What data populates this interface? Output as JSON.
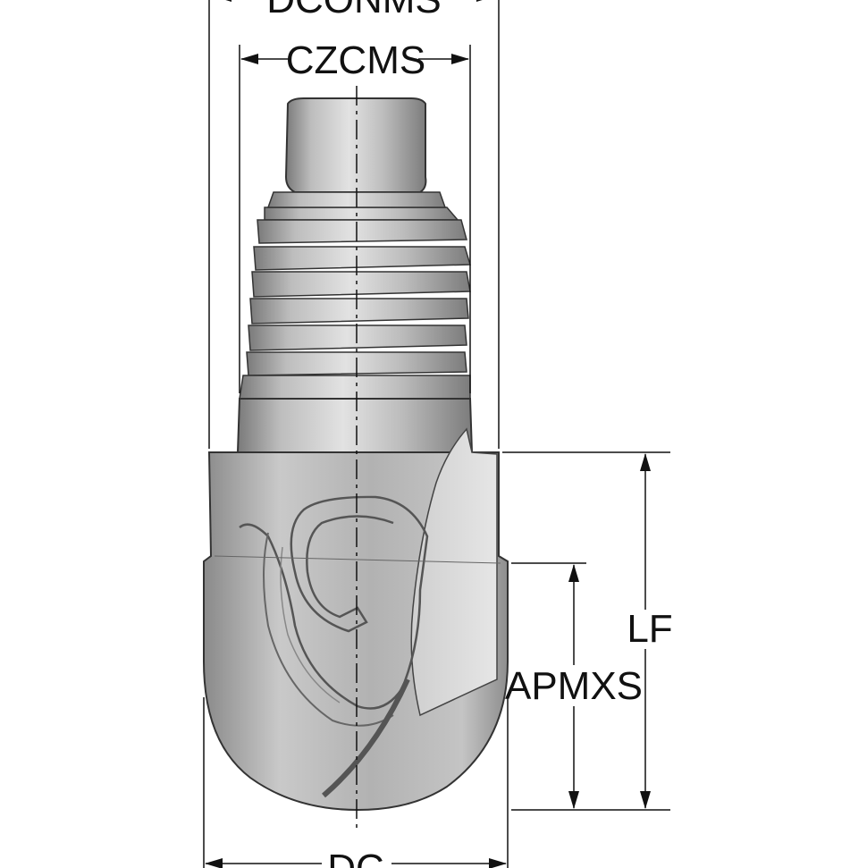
{
  "labels": {
    "dconms": "DCONMS",
    "czcms": "CZCMS",
    "lf": "LF",
    "apmxs": "APMXS",
    "dc": "DC"
  },
  "colors": {
    "metal_light": "#d8d8d8",
    "metal_mid": "#a9a9a9",
    "metal_dark": "#6e6e6e",
    "line": "#111111"
  }
}
